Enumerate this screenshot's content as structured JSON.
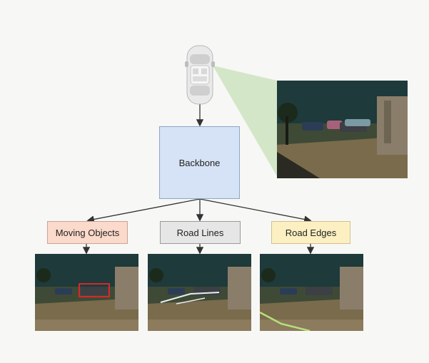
{
  "diagram": {
    "backbone_label": "Backbone",
    "heads": [
      {
        "label": "Moving Objects",
        "color": "#fbd9cb"
      },
      {
        "label": "Road Lines",
        "color": "#e6e6e6"
      },
      {
        "label": "Road Edges",
        "color": "#fcf0c2"
      }
    ],
    "camera_fov_color": "#cde3c0"
  }
}
